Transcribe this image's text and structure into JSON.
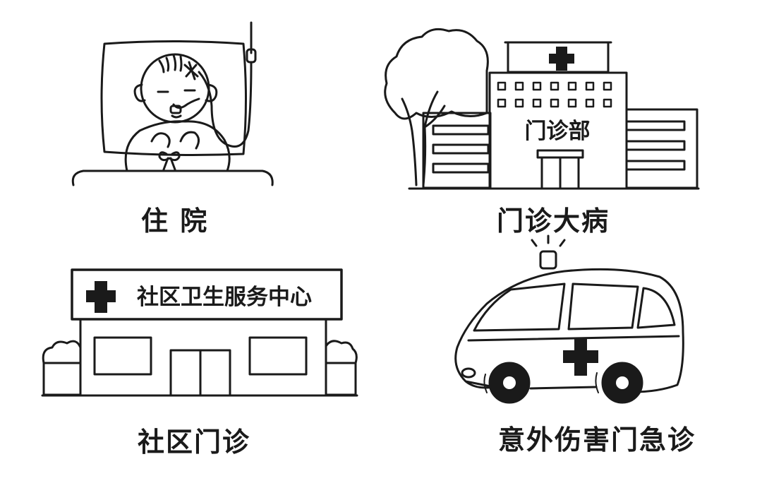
{
  "panels": {
    "inpatient": {
      "caption": "住 院"
    },
    "outpatient_serious": {
      "caption": "门诊大病",
      "building_sign": "门诊部"
    },
    "community_outpatient": {
      "caption": "社区门诊",
      "building_sign": "社区卫生服务中心"
    },
    "emergency": {
      "caption": "意外伤害门急诊"
    }
  },
  "colors": {
    "ink": "#1a1a1a",
    "paper": "#ffffff"
  }
}
